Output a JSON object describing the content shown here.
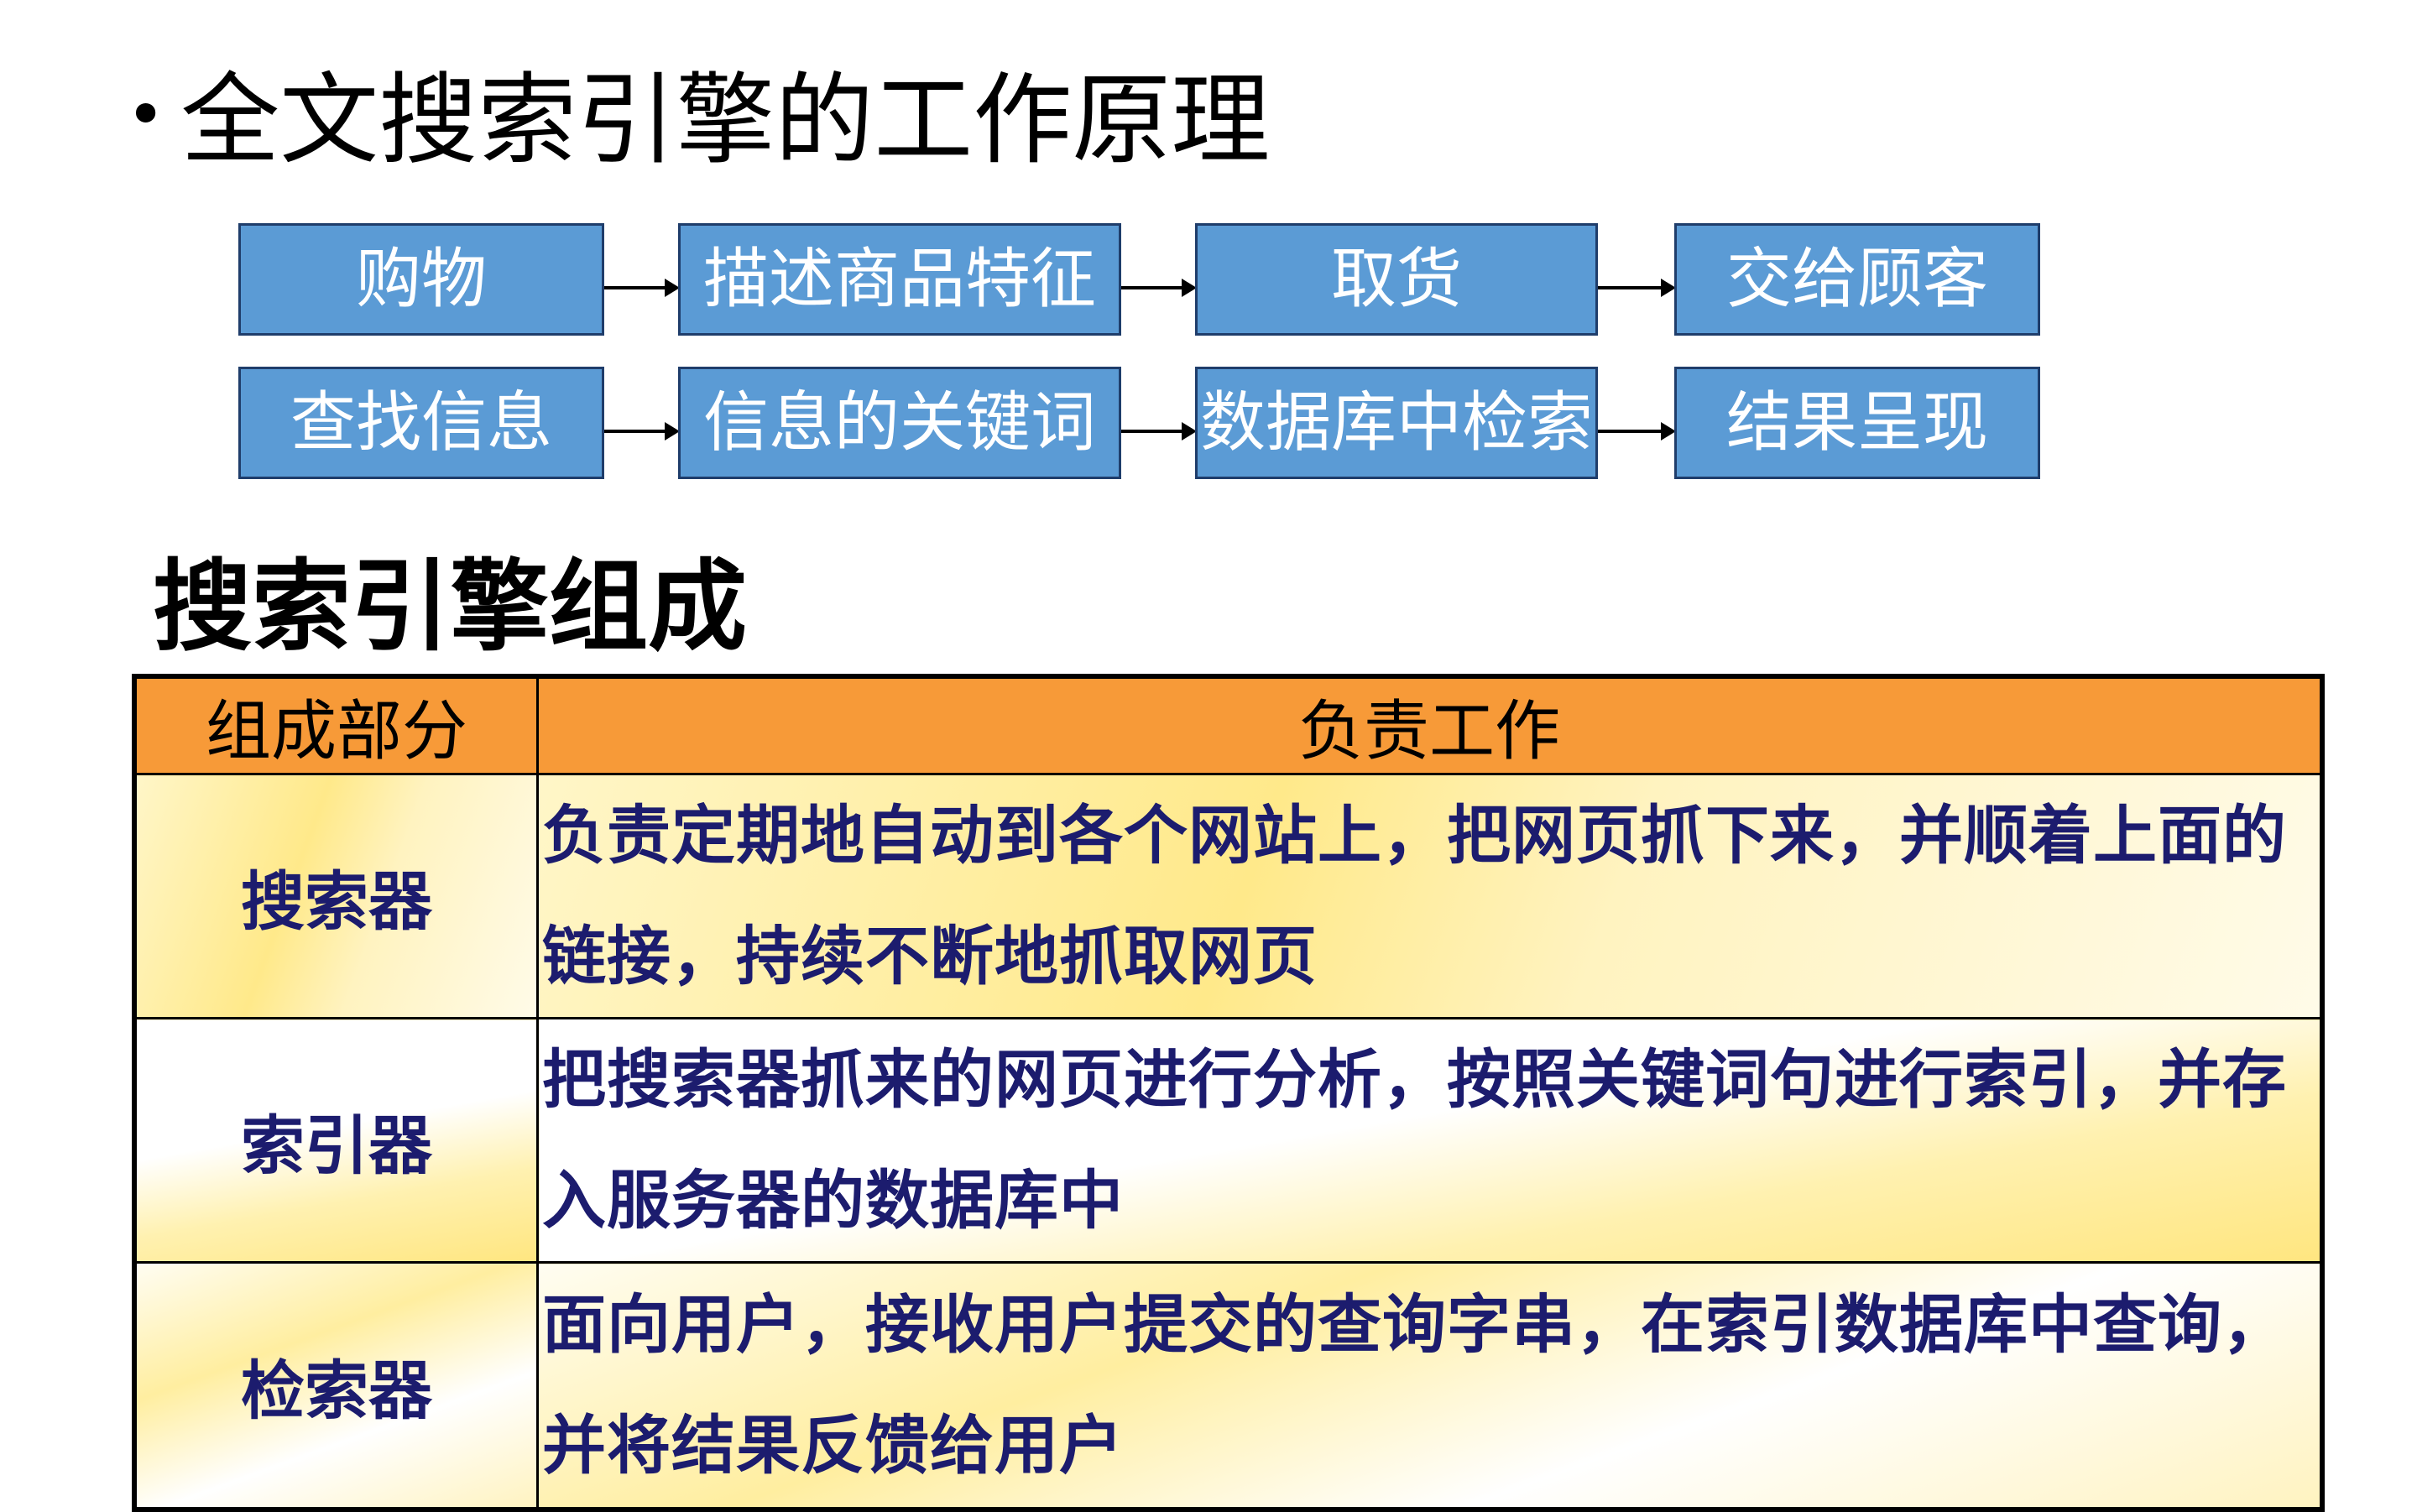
{
  "heading": {
    "bullet": "•",
    "text": "全文搜索引擎的工作原理"
  },
  "flow": {
    "row1": [
      "购物",
      "描述商品特征",
      "取货",
      "交给顾客"
    ],
    "row2": [
      "查找信息",
      "信息的关键词",
      "数据库中检索",
      "结果呈现"
    ]
  },
  "section_title": "搜索引擎组成",
  "table": {
    "headers": [
      "组成部分",
      "负责工作"
    ],
    "rows": [
      {
        "name": "搜索器",
        "desc": "负责定期地自动到各个网站上，把网页抓下来，并顺着上面的链接，持续不断地抓取网页"
      },
      {
        "name": "索引器",
        "desc": "把搜索器抓来的网页进行分析，按照关键词句进行索引，并存入服务器的数据库中"
      },
      {
        "name": "检索器",
        "desc": "面向用户，接收用户提交的查询字串，在索引数据库中查询，并将结果反馈给用户"
      }
    ]
  },
  "colors": {
    "flow_box": "#5b9bd5",
    "table_header": "#f79a38",
    "table_text": "#1c1c6e",
    "row_highlight": "#ffe98a"
  }
}
